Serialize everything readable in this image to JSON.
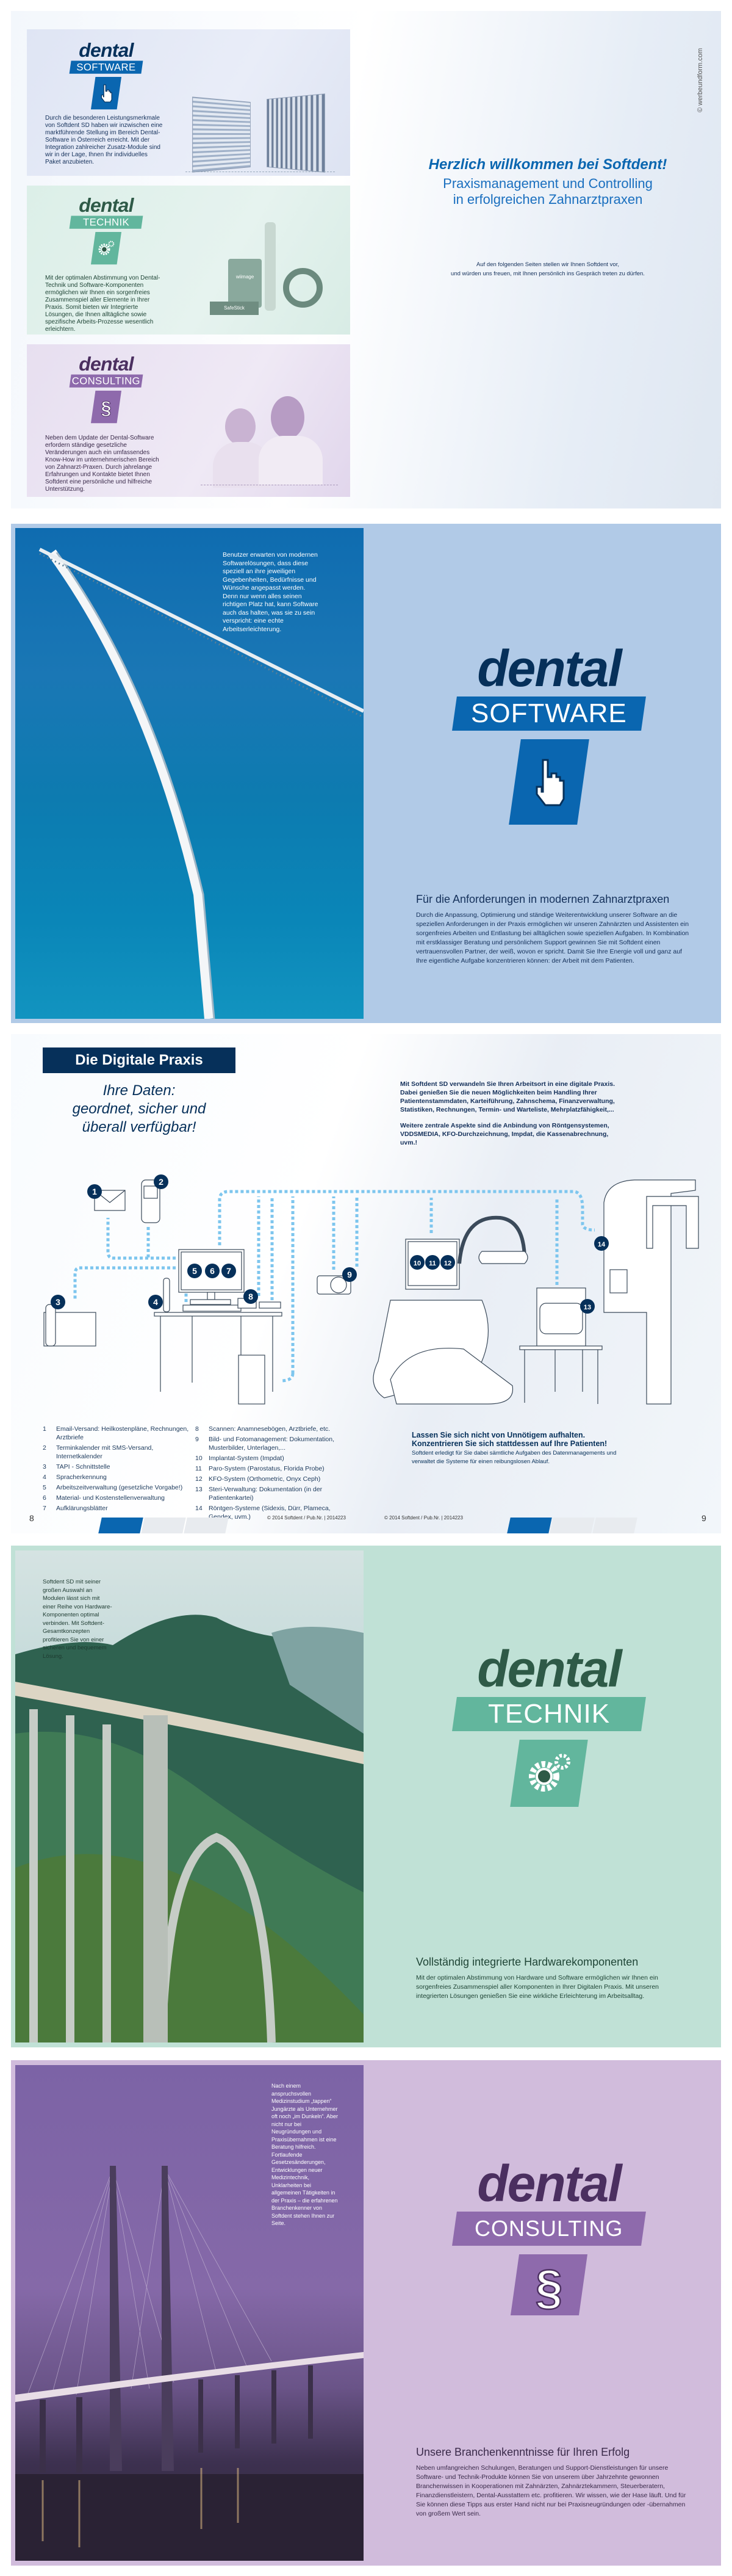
{
  "colors": {
    "navy": "#06305a",
    "blue": "#0a66b0",
    "software_bg": "#b1cae7",
    "technik_bg": "#c0e1d6",
    "technik_dark": "#2e5a47",
    "technik_band": "#62b69d",
    "consulting_bg": "#d1bcdc",
    "consulting_dark": "#4b2f60",
    "consulting_band": "#8e6aac",
    "dotted_line": "#7ec6ee"
  },
  "intro": {
    "copyright_vertical": "© werbeundform.com",
    "welcome_title": "Herzlich willkommen bei Softdent!",
    "welcome_sub1": "Praxismanagement und Controlling",
    "welcome_sub2": "in erfolgreichen Zahnarztpraxen",
    "note1": "Auf den folgenden Seiten stellen wir Ihnen Softdent vor,",
    "note2": "und würden uns freuen, mit Ihnen persönlich ins Gespräch treten zu dürfen.",
    "panels": [
      {
        "logo_word": "dental",
        "logo_band": "SOFTWARE",
        "icon": "pointer-hand-icon",
        "text": "Durch die besonderen Leistungsmerkmale von Softdent SD haben wir inzwischen eine marktführende Stellung im Bereich Dental-Software in Österreich erreicht. Mit der Integration zahlreicher Zusatz-Module sind wir in der Lage, Ihnen Ihr individuelles Paket anzubieten."
      },
      {
        "logo_word": "dental",
        "logo_band": "TECHNIK",
        "icon": "gears-icon",
        "text": "Mit der optimalen Abstimmung von Dental-Technik und Software-Komponenten ermöglichen wir Ihnen ein sorgenfreies Zusammenspiel aller Elemente in Ihrer Praxis. Somit bieten wir Integrierte Lösungen, die Ihnen alltägliche sowie spezifische Arbeits-Prozesse wesentlich erleichtern.",
        "product_labels": [
          "wiimage",
          "SafeStick"
        ]
      },
      {
        "logo_word": "dental",
        "logo_band": "CONSULTING",
        "icon": "paragraph-icon",
        "text": "Neben dem Update der Dental-Software erfordern ständige gesetzliche Veränderungen auch ein umfassendes Know-How im unternehmerischen Bereich von Zahnarzt-Praxen. Durch jahrelange Erfahrungen und Kontakte bietet Ihnen Softdent eine persönliche und hilfreiche Unterstützung."
      }
    ]
  },
  "software": {
    "photo_text": "Benutzer erwarten von modernen Softwarelösungen, dass diese speziell an ihre jeweiligen Gegebenheiten, Bedürfnisse und Wünsche angepasst werden. Denn nur wenn alles seinen richtigen Platz hat, kann Software auch das halten, was sie zu sein verspricht: eine echte Arbeitserleichterung.",
    "logo_word": "dental",
    "logo_band": "SOFTWARE",
    "heading": "Für die Anforderungen in modernen Zahnarztpraxen",
    "body": "Durch die Anpassung, Optimierung und ständige Weiterentwicklung unserer Software an die speziellen Anforderungen in der Praxis ermöglichen wir unseren Zahnärzten und Assistenten ein sorgenfreies Arbeiten und Entlastung bei alltäglichen sowie speziellen Aufgaben. In Kombination mit erstklassiger Beratung und persönlichem Support gewinnen Sie mit Softdent einen vertrauensvollen Partner, der weiß, wovon er spricht. Damit Sie Ihre Energie voll und ganz auf Ihre eigentliche Aufgabe konzentrieren können: der Arbeit mit dem Patienten."
  },
  "digital": {
    "title": "Die Digitale Praxis",
    "tagline1": "Ihre Daten:",
    "tagline2": "geordnet, sicher und",
    "tagline3": "überall verfügbar!",
    "intro1": "Mit Softdent SD verwandeln Sie Ihren Arbeitsort in eine digitale Praxis. Dabei genießen Sie die neuen Möglichkeiten beim Handling Ihrer Patientenstammdaten, Karteiführung, Zahnschema, Finanzverwaltung, Statistiken, Rechnungen, Termin- und Warteliste, Mehrplatzfähigkeit,...",
    "intro2": "Weitere zentrale Aspekte sind die Anbindung von Röntgensystemen, VDDSMEDIA, KFO-Durchzeichnung, Impdat, die Kassenabrechnung, uvm.!",
    "markers": [
      "1",
      "2",
      "3",
      "4",
      "5",
      "6",
      "7",
      "8",
      "9",
      "10",
      "11",
      "12",
      "13",
      "14"
    ],
    "list_left": [
      {
        "n": "1",
        "t": "Email-Versand: Heilkostenpläne, Rechnungen, Arztbriefe"
      },
      {
        "n": "2",
        "t": "Terminkalender mit SMS-Versand, Internetkalender"
      },
      {
        "n": "3",
        "t": "TAPI - Schnittstelle"
      },
      {
        "n": "4",
        "t": "Spracherkennung"
      },
      {
        "n": "5",
        "t": "Arbeitszeitverwaltung (gesetzliche Vorgabe!)"
      },
      {
        "n": "6",
        "t": "Material- und Kostenstellenverwaltung"
      },
      {
        "n": "7",
        "t": "Aufklärungsblätter"
      }
    ],
    "list_right": [
      {
        "n": "8",
        "t": "Scannen: Anamnesebögen, Arztbriefe, etc."
      },
      {
        "n": "9",
        "t": "Bild- und Fotomanagement: Dokumentation, Musterbilder, Unterlagen,..."
      },
      {
        "n": "10",
        "t": "Implantat-System (Impdat)"
      },
      {
        "n": "11",
        "t": "Paro-System (Parostatus, Florida Probe)"
      },
      {
        "n": "12",
        "t": "KFO-System (Orthometric, Onyx Ceph)"
      },
      {
        "n": "13",
        "t": "Steri-Verwaltung: Dokumentation (in der Patientenkartei)"
      },
      {
        "n": "14",
        "t": "Röntgen-Systeme (Sidexis, Dürr, Plameca, Gendex, uvm.)"
      }
    ],
    "closing_title1": "Lassen Sie sich nicht von Unnötigem aufhalten.",
    "closing_title2": "Konzentrieren Sie sich stattdessen auf Ihre Patienten!",
    "closing_body": "Softdent erledigt für Sie dabei sämtliche Aufgaben des Datenmanagements und verwaltet die Systeme für einen reibungslosen Ablauf.",
    "page_left": "8",
    "page_right": "9",
    "footer_left": "© 2014 Softdent / Pub.Nr. | 2014223",
    "footer_right": "© 2014 Softdent / Pub.Nr. | 2014223"
  },
  "technik": {
    "photo_text": "Softdent SD mit seiner großen Auswahl an Modulen lässt sich mit einer Reihe von Hardware-Komponenten optimal verbinden. Mit Softdent- Gesamtkonzepten profitieren Sie von einer sicheren und bequemem Lösung.",
    "logo_word": "dental",
    "logo_band": "TECHNIK",
    "heading": "Vollständig integrierte Hardwarekomponenten",
    "body": "Mit der optimalen Abstimmung von Hardware und Software ermöglichen wir Ihnen ein sorgenfreies Zusammenspiel aller Komponenten in Ihrer Digitalen Praxis. Mit unseren integrierten Lösungen genießen Sie eine wirkliche Erleichterung im Arbeitsalltag."
  },
  "consulting": {
    "photo_text": "Nach einem anspruchsvollen Medizinstudium „tappen“ Jungärzte als Unternehmer oft noch „im Dunkeln“. Aber nicht nur bei Neugründungen und Praxisübernahmen ist eine Beratung hilfreich. Fortlaufende Gesetzesänderungen, Entwicklungen neuer Medizintechnik, Unklarheiten bei allgemeinen Tätigkeiten in der Praxis – die erfahrenen Branchenkenner von Softdent stehen Ihnen zur Seite.",
    "logo_word": "dental",
    "logo_band": "CONSULTING",
    "heading": "Unsere Branchenkenntnisse für Ihren Erfolg",
    "body": "Neben umfangreichen Schulungen, Beratungen und Support-Dienstleistungen für unsere Software- und Technik-Produkte können Sie von unserem über Jahrzehnte gewonnen Branchenwissen in Kooperationen mit Zahnärzten, Zahnärztekammern, Steuerberatern, Finanzdienstleistern, Dental-Ausstattern etc. profitieren. Wir wissen, wie der Hase läuft. Und für Sie können diese Tipps aus erster Hand nicht nur bei Praxisneugründungen oder -übernahmen von großem Wert sein."
  }
}
